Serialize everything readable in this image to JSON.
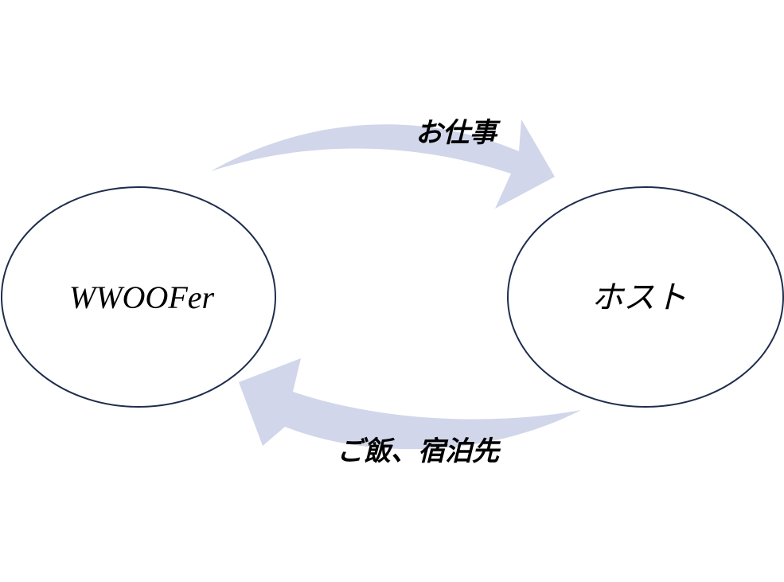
{
  "nodes": {
    "left": {
      "label": "WWOOFer"
    },
    "right": {
      "label": "ホスト"
    }
  },
  "edges": {
    "top": {
      "label": "お仕事"
    },
    "bottom": {
      "label": "ご飯、宿泊先"
    }
  },
  "colors": {
    "node_stroke": "#1f2d4d",
    "arrow_fill": "#d1d6ea",
    "background": "#ffffff"
  }
}
